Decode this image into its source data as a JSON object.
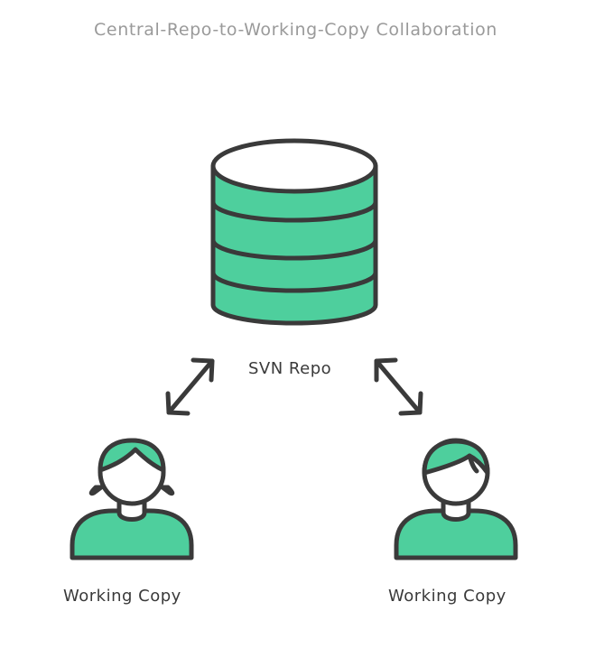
{
  "title": "Central-Repo-to-Working-Copy Collaboration",
  "repo": {
    "label": "SVN Repo",
    "icon": "database-icon"
  },
  "clients": [
    {
      "label": "Working Copy",
      "icon": "female-user-icon"
    },
    {
      "label": "Working Copy",
      "icon": "male-user-icon"
    }
  ],
  "colors": {
    "fill": "#4ecf9d",
    "stroke": "#3a3a3a",
    "title": "#9a9a9a",
    "label": "#3a3a3a",
    "background": "#ffffff"
  }
}
